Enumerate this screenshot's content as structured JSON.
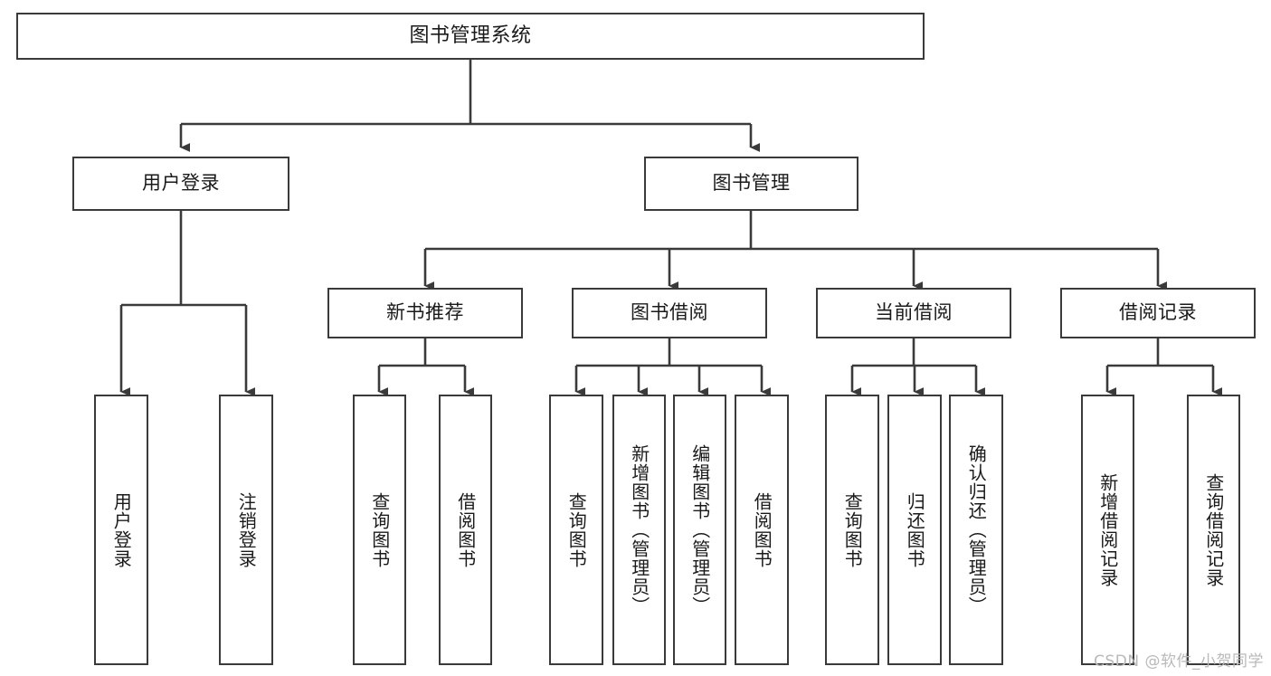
{
  "diagram": {
    "title": "图书管理系统",
    "type": "tree",
    "watermark": "CSDN @软件_小贺同学",
    "colors": {
      "box_border": "#3a3a3a",
      "box_fill": "#ffffff",
      "edge": "#3a3a3a",
      "text": "#1a1a1a",
      "watermark": "#b9b9b9"
    },
    "levels": {
      "root": "图书管理系统",
      "level2": [
        "用户登录",
        "图书管理"
      ],
      "level3": [
        "新书推荐",
        "图书借阅",
        "当前借阅",
        "借阅记录"
      ]
    },
    "nodes": {
      "root": {
        "label": "图书管理系统"
      },
      "user_login": {
        "label": "用户登录"
      },
      "book_manage": {
        "label": "图书管理"
      },
      "new_book_rec": {
        "label": "新书推荐"
      },
      "book_borrow": {
        "label": "图书借阅"
      },
      "current_borrow": {
        "label": "当前借阅"
      },
      "borrow_record": {
        "label": "借阅记录"
      },
      "leaf_user_login": {
        "label": "用户登录"
      },
      "leaf_logout": {
        "label": "注销登录"
      },
      "leaf_query_book_1": {
        "label": "查询图书"
      },
      "leaf_borrow_book_1": {
        "label": "借阅图书"
      },
      "leaf_query_book_2": {
        "label": "查询图书"
      },
      "leaf_add_book": {
        "label": "新增图书（管理员）"
      },
      "leaf_edit_book": {
        "label": "编辑图书（管理员）"
      },
      "leaf_borrow_book_2": {
        "label": "借阅图书"
      },
      "leaf_query_book_3": {
        "label": "查询图书"
      },
      "leaf_return_book": {
        "label": "归还图书"
      },
      "leaf_confirm_return": {
        "label": "确认归还（管理员）"
      },
      "leaf_add_record": {
        "label": "新增借阅记录"
      },
      "leaf_query_record": {
        "label": "查询借阅记录"
      }
    },
    "edges": [
      {
        "from": "root",
        "to": "user_login"
      },
      {
        "from": "root",
        "to": "book_manage"
      },
      {
        "from": "user_login",
        "to": "leaf_user_login"
      },
      {
        "from": "user_login",
        "to": "leaf_logout"
      },
      {
        "from": "book_manage",
        "to": "new_book_rec"
      },
      {
        "from": "book_manage",
        "to": "book_borrow"
      },
      {
        "from": "book_manage",
        "to": "current_borrow"
      },
      {
        "from": "book_manage",
        "to": "borrow_record"
      },
      {
        "from": "new_book_rec",
        "to": "leaf_query_book_1"
      },
      {
        "from": "new_book_rec",
        "to": "leaf_borrow_book_1"
      },
      {
        "from": "book_borrow",
        "to": "leaf_query_book_2"
      },
      {
        "from": "book_borrow",
        "to": "leaf_add_book"
      },
      {
        "from": "book_borrow",
        "to": "leaf_edit_book"
      },
      {
        "from": "book_borrow",
        "to": "leaf_borrow_book_2"
      },
      {
        "from": "current_borrow",
        "to": "leaf_query_book_3"
      },
      {
        "from": "current_borrow",
        "to": "leaf_return_book"
      },
      {
        "from": "current_borrow",
        "to": "leaf_confirm_return"
      },
      {
        "from": "borrow_record",
        "to": "leaf_add_record"
      },
      {
        "from": "borrow_record",
        "to": "leaf_query_record"
      }
    ]
  }
}
